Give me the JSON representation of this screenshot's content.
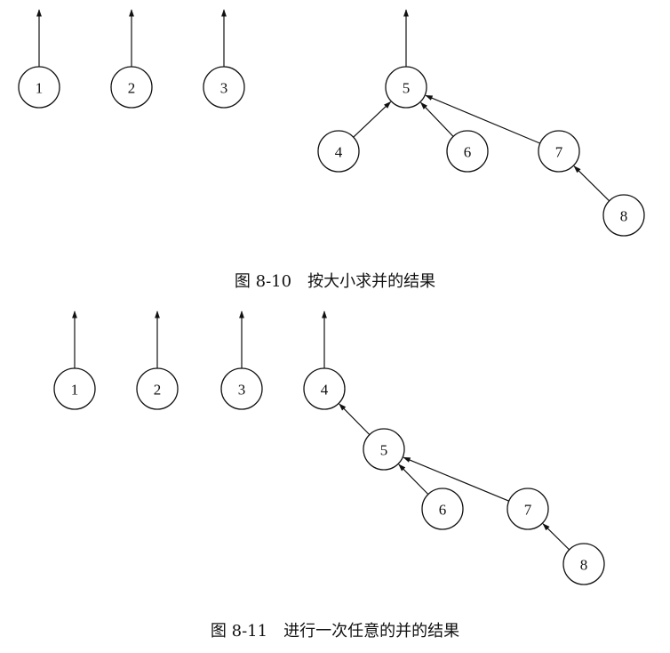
{
  "figures": [
    {
      "caption": "图 8-10　按大小求并的结果",
      "nodes": [
        {
          "id": "1",
          "label": "1"
        },
        {
          "id": "2",
          "label": "2"
        },
        {
          "id": "3",
          "label": "3"
        },
        {
          "id": "4",
          "label": "4"
        },
        {
          "id": "5",
          "label": "5"
        },
        {
          "id": "6",
          "label": "6"
        },
        {
          "id": "7",
          "label": "7"
        },
        {
          "id": "8",
          "label": "8"
        }
      ],
      "roots": [
        "1",
        "2",
        "3",
        "5"
      ],
      "edges": [
        {
          "from": "4",
          "to": "5"
        },
        {
          "from": "6",
          "to": "5"
        },
        {
          "from": "7",
          "to": "5"
        },
        {
          "from": "8",
          "to": "7"
        }
      ]
    },
    {
      "caption": "图 8-11　进行一次任意的并的结果",
      "nodes": [
        {
          "id": "1",
          "label": "1"
        },
        {
          "id": "2",
          "label": "2"
        },
        {
          "id": "3",
          "label": "3"
        },
        {
          "id": "4",
          "label": "4"
        },
        {
          "id": "5",
          "label": "5"
        },
        {
          "id": "6",
          "label": "6"
        },
        {
          "id": "7",
          "label": "7"
        },
        {
          "id": "8",
          "label": "8"
        }
      ],
      "roots": [
        "1",
        "2",
        "3",
        "4"
      ],
      "edges": [
        {
          "from": "5",
          "to": "4"
        },
        {
          "from": "6",
          "to": "5"
        },
        {
          "from": "7",
          "to": "5"
        },
        {
          "from": "8",
          "to": "7"
        }
      ]
    }
  ],
  "colors": {
    "stroke": "#111111",
    "background": "#ffffff"
  }
}
